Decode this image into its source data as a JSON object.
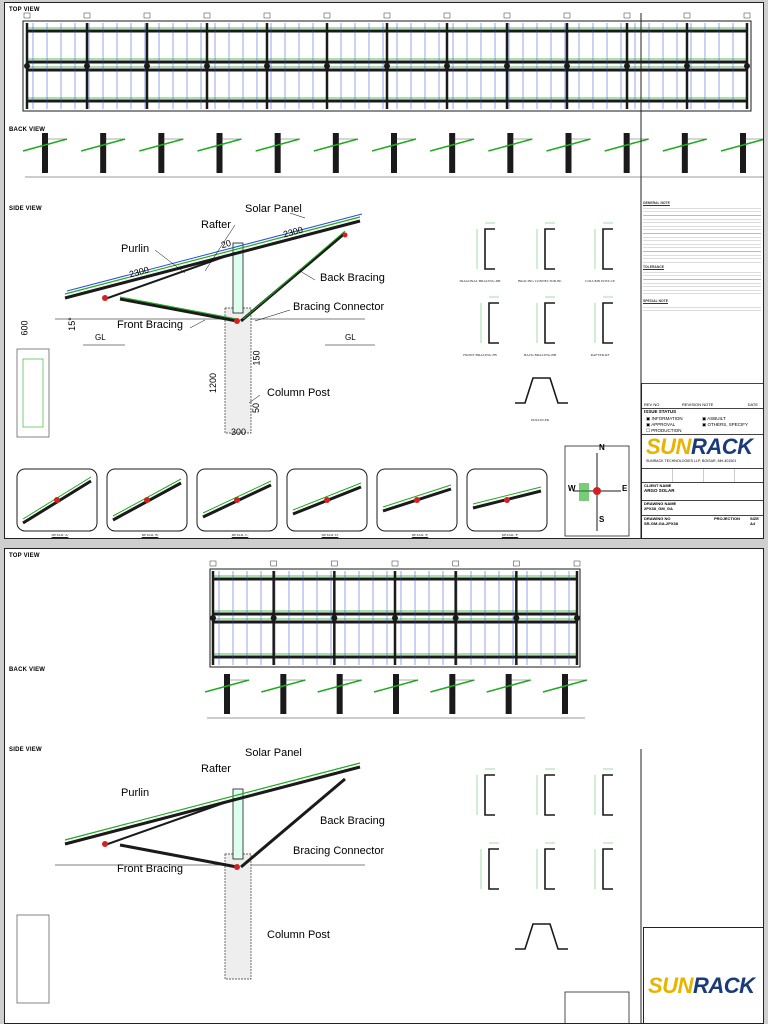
{
  "views": {
    "top": "TOP VIEW",
    "back": "BACK VIEW",
    "side": "SIDE VIEW"
  },
  "side_labels": {
    "solar_panel": "Solar Panel",
    "rafter": "Rafter",
    "purlin": "Purlin",
    "back_bracing": "Back Bracing",
    "bracing_connector": "Bracing Connector",
    "front_bracing": "Front Bracing",
    "column_post": "Column Post",
    "gl": "GL",
    "d2300a": "2300",
    "d2300b": "2300",
    "d20": "20",
    "d600": "600",
    "d15": "15°",
    "d150": "150",
    "d1200": "1200",
    "d50": "50",
    "d300": "300"
  },
  "profiles": [
    {
      "cap": "DIAGONAL BRACING-DB"
    },
    {
      "cap": "BRACING CONNECTOR-BC"
    },
    {
      "cap": "COLUMN POST-CP"
    },
    {
      "cap": "FRONT BRACING-FB"
    },
    {
      "cap": "BACK BRACING-BB"
    },
    {
      "cap": "RAFTER-RF"
    },
    {
      "cap": "PURLIN-PR"
    }
  ],
  "details": [
    "DETAIL 'A'",
    "DETAIL 'B'",
    "DETAIL 'C'",
    "DETAIL 'D'",
    "DETAIL 'E'",
    "DETAIL 'F'"
  ],
  "compass": {
    "n": "N",
    "e": "E",
    "s": "S",
    "w": "W"
  },
  "notes": {
    "general": "GENERAL NOTE",
    "tolerance": "TOLERANCE",
    "special": "SPECIAL NOTE"
  },
  "title_block": {
    "rev_no": "REV NO",
    "rev_note": "REVISION NOTE",
    "date": "DATE",
    "issue_status": "ISSUE STATUS",
    "information": "INFORMATION",
    "approval": "APPROVAL",
    "production": "PRODUCTION",
    "asbuilt": "ASBUILT",
    "others": "OTHERS, SPECIFY",
    "logo_a": "SUN",
    "logo_b": "RACK",
    "company": "SUNRACK TECHNOLOGIES LLP, BOISAR, MH-401501",
    "client_name_label": "CLIENT NAME",
    "client_name": "ARGO SOLAR",
    "drawing_name_label": "DRAWING NAME",
    "drawing_name": "2PX38_GM_GA",
    "drawing_no_label": "DRAWING NO",
    "drawing_no": "SR-GM-GA-2PX38",
    "projection": "PROJECTION",
    "size": "SIZE",
    "size_val": "A4"
  },
  "watermark": "SUNRACK",
  "colors": {
    "frame": "#1a1a1a",
    "green": "#1faa1f",
    "blue": "#2a4fd6",
    "red": "#d42020",
    "panel": "#e8b400"
  }
}
